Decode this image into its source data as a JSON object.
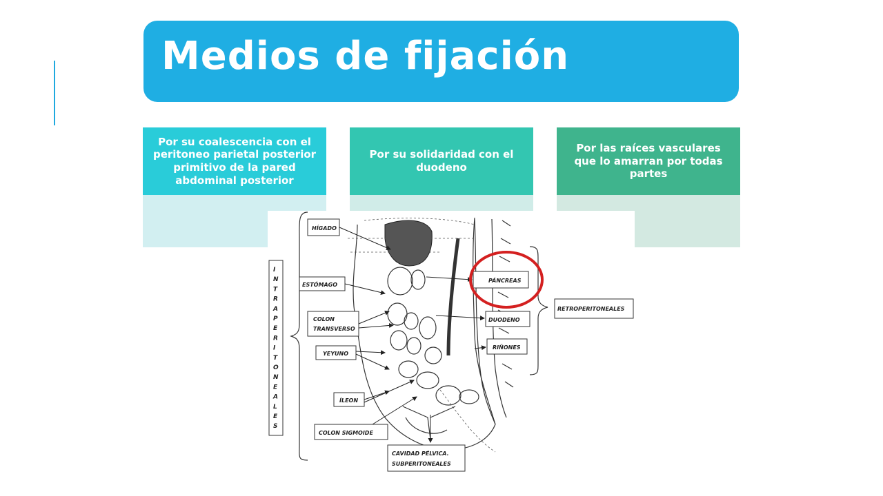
{
  "title": "Medios de fijación",
  "cards": [
    {
      "text": "Por su coalescencia con el peritoneo parietal posterior primitivo de la pared abdominal posterior"
    },
    {
      "text": "Por su solidaridad con el duodeno"
    },
    {
      "text": "Por las raíces vasculares que lo amarran por todas partes"
    }
  ],
  "diagram": {
    "labels": {
      "higado": "HÍGADO",
      "estomago": "ESTÓMAGO",
      "colon_transverso_1": "COLON",
      "colon_transverso_2": "TRANSVERSO",
      "yeyuno": "YEYUNO",
      "ileon": "ÍLEON",
      "colon_sigmoide": "COLON SIGMOIDE",
      "cavidad_1": "CAVIDAD PÉLVICA.",
      "cavidad_2": "SUBPERITONEALES",
      "pancreas": "PÁNCREAS",
      "duodeno": "DUODENO",
      "rinones": "RIÑONES",
      "retroperitoneales": "RETROPERITONEALES"
    },
    "vertical_label_letters": [
      "I",
      "N",
      "T",
      "R",
      "A",
      "P",
      "E",
      "R",
      "I",
      "T",
      "O",
      "N",
      "E",
      "A",
      "L",
      "E",
      "S"
    ],
    "highlight_color": "#d42020"
  }
}
